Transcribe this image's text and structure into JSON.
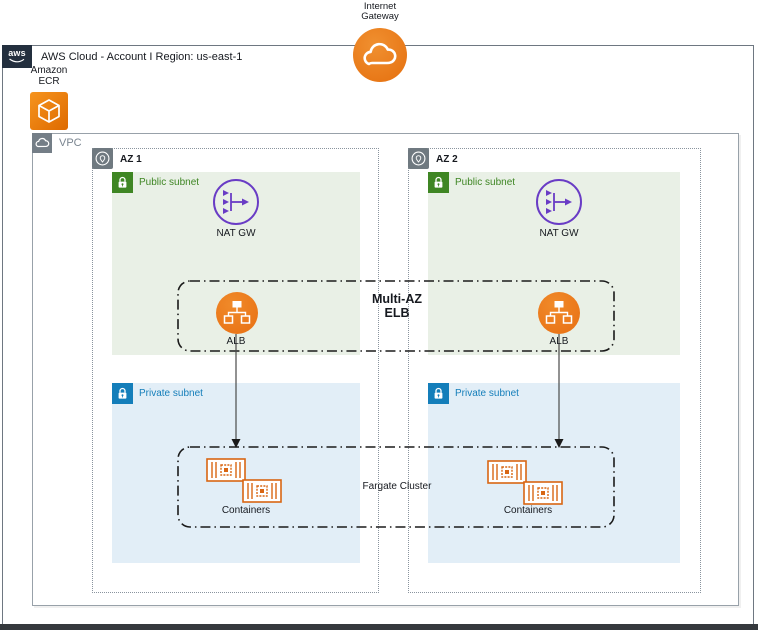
{
  "colors": {
    "aws_orange": "#ED7100",
    "container_orange": "#D86613",
    "nat_purple": "#693CC5",
    "public_green": "#3F8624",
    "public_bg": "#E9F0E6",
    "private_blue": "#147EBA",
    "private_bg": "#E2EEF7",
    "aws_badge_bg": "#232F3E",
    "group_gray": "#747E87",
    "dashdot_border": "#1A1A1A"
  },
  "internet_gateway": {
    "label_line1": "Internet",
    "label_line2": "Gateway"
  },
  "aws_cloud": {
    "logo_text": "aws",
    "title": "AWS Cloud - Account I Region: us-east-1"
  },
  "ecr": {
    "label_line1": "Amazon",
    "label_line2": "ECR"
  },
  "vpc": {
    "label": "VPC"
  },
  "az1": {
    "label": "AZ 1",
    "public_subnet_label": "Public subnet",
    "nat_gw_label": "NAT GW",
    "alb_label": "ALB",
    "private_subnet_label": "Private subnet",
    "containers_label": "Containers"
  },
  "az2": {
    "label": "AZ 2",
    "public_subnet_label": "Public subnet",
    "nat_gw_label": "NAT GW",
    "alb_label": "ALB",
    "private_subnet_label": "Private subnet",
    "containers_label": "Containers"
  },
  "elb_group": {
    "label_line1": "Multi-AZ",
    "label_line2": "ELB"
  },
  "fargate_group": {
    "label": "Fargate Cluster"
  }
}
